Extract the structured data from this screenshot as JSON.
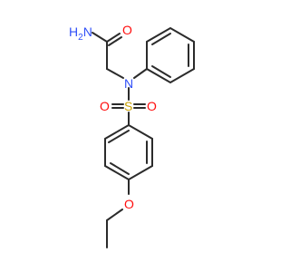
{
  "molecule": {
    "atoms": {
      "amine_n": "N",
      "amine_h2": "H",
      "amine_sub": "2",
      "carbonyl_o": "O",
      "sulfonamide_n": "N",
      "sulfur": "S",
      "sulfonyl_o_left": "O",
      "sulfonyl_o_right": "O",
      "ether_o": "O"
    },
    "colors": {
      "bond": "#2b2b2b",
      "nitrogen": "#3050F8",
      "oxygen": "#FF0D0D",
      "sulfur": "#C8A000"
    }
  }
}
